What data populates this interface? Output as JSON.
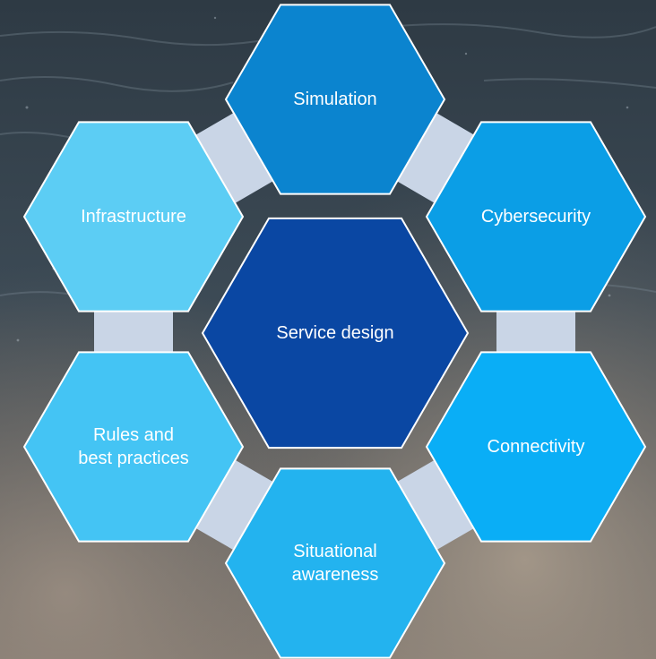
{
  "diagram": {
    "center": {
      "label": "Service design",
      "color": "#0a47a3"
    },
    "hexagons": [
      {
        "id": "simulation",
        "label": "Simulation",
        "color": "#0b84cf"
      },
      {
        "id": "cybersecurity",
        "label": "Cybersecurity",
        "color": "#0b9ee6"
      },
      {
        "id": "connectivity",
        "label": "Connectivity",
        "color": "#0aaef6"
      },
      {
        "id": "situational-awareness",
        "label": "Situational\nawareness",
        "color": "#23b3ef"
      },
      {
        "id": "rules",
        "label": "Rules and\nbest practices",
        "color": "#44c4f4"
      },
      {
        "id": "infrastructure",
        "label": "Infrastructure",
        "color": "#5ccdf4"
      }
    ],
    "connector_color": "#c9d5e6"
  }
}
